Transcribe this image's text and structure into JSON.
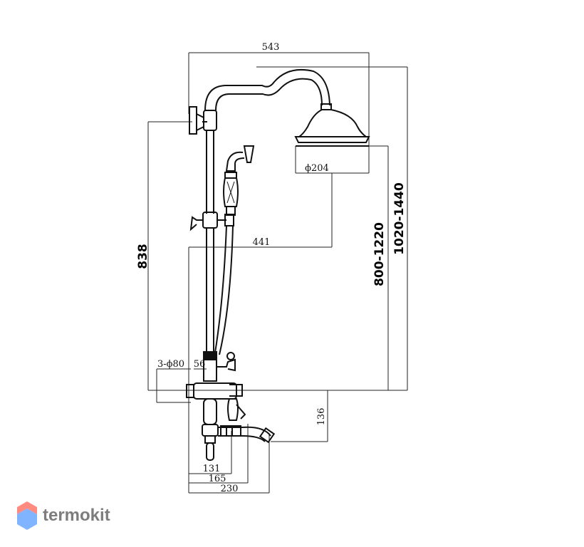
{
  "dimensions": {
    "width_total": "543",
    "head_diameter": "ϕ204",
    "reach": "441",
    "height_838": "838",
    "height_adjust_head": "800-1220",
    "height_adjust_total": "1020-1440",
    "flange": "3-ϕ80",
    "offset_56": "56",
    "spout_136": "136",
    "spout_131": "131",
    "spout_165": "165",
    "spout_230": "230"
  },
  "brand": {
    "name": "termokit",
    "logo_colors": [
      "#ff8a80",
      "#80b4ff"
    ]
  }
}
